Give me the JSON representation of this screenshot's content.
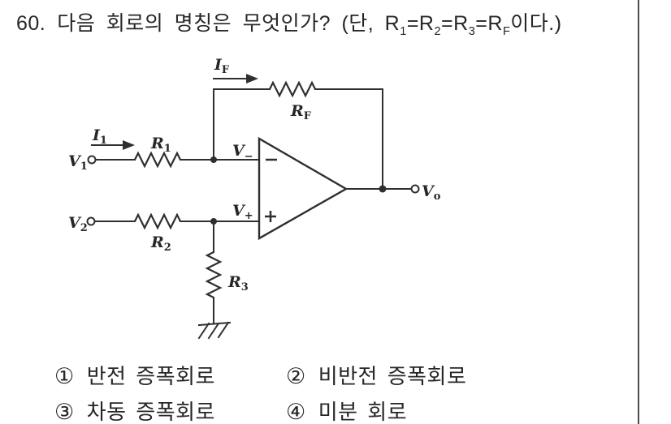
{
  "question": {
    "number": "60.",
    "seg1": "다음 회로의 명칭은 무엇인가? (단, R",
    "sub1": "1",
    "seg2": "=R",
    "sub2": "2",
    "seg3": "=R",
    "sub3": "3",
    "seg4": "=R",
    "subF": "F",
    "seg5": "이다.)"
  },
  "circuit": {
    "labels": {
      "i_f": {
        "main": "I",
        "sub": "F"
      },
      "r_f": {
        "main": "R",
        "sub": "F"
      },
      "i_1": {
        "main": "I",
        "sub": "1"
      },
      "r_1": {
        "main": "R",
        "sub": "1"
      },
      "v_1": {
        "main": "V",
        "sub": "1"
      },
      "v_minus": {
        "main": "V",
        "sub": "−"
      },
      "v_2": {
        "main": "V",
        "sub": "2"
      },
      "r_2": {
        "main": "R",
        "sub": "2"
      },
      "v_plus": {
        "main": "V",
        "sub": "+"
      },
      "r_3": {
        "main": "R",
        "sub": "3"
      },
      "v_o": {
        "main": "V",
        "sub": "o"
      }
    }
  },
  "options": [
    {
      "num": "①",
      "label": "반전 증폭회로"
    },
    {
      "num": "②",
      "label": "비반전 증폭회로"
    },
    {
      "num": "③",
      "label": "차동 증폭회로"
    },
    {
      "num": "④",
      "label": "미분 회로"
    }
  ],
  "colors": {
    "ink": "#2f2f2f",
    "text": "#262626",
    "divider": "#4d4d4d",
    "background": "#ffffff"
  }
}
